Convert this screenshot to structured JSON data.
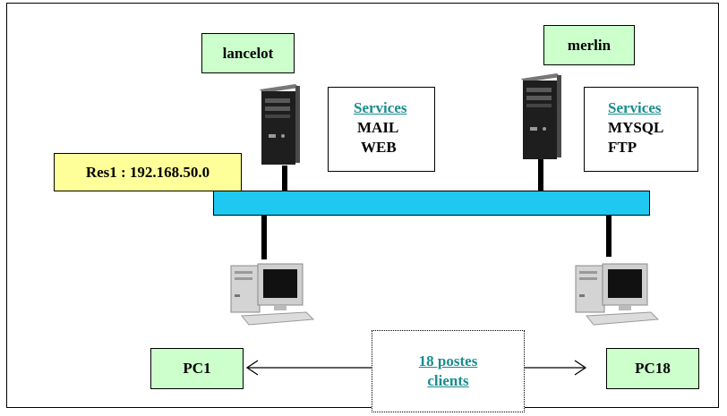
{
  "servers": [
    {
      "name": "lancelot",
      "services_title": "Services",
      "services": [
        "MAIL",
        "WEB"
      ]
    },
    {
      "name": "merlin",
      "services_title": "Services",
      "services": [
        "MYSQL",
        "FTP"
      ]
    }
  ],
  "network": {
    "label": "Res1 : 192.168.50.0"
  },
  "clients": {
    "first": "PC1",
    "last": "PC18",
    "group_line1": "18 postes",
    "group_line2": "clients"
  },
  "colors": {
    "server_label_bg": "#ccffcc",
    "network_label_bg": "#ffff99",
    "bus": "#1ec8f0",
    "link_text": "#1a8c8c"
  }
}
